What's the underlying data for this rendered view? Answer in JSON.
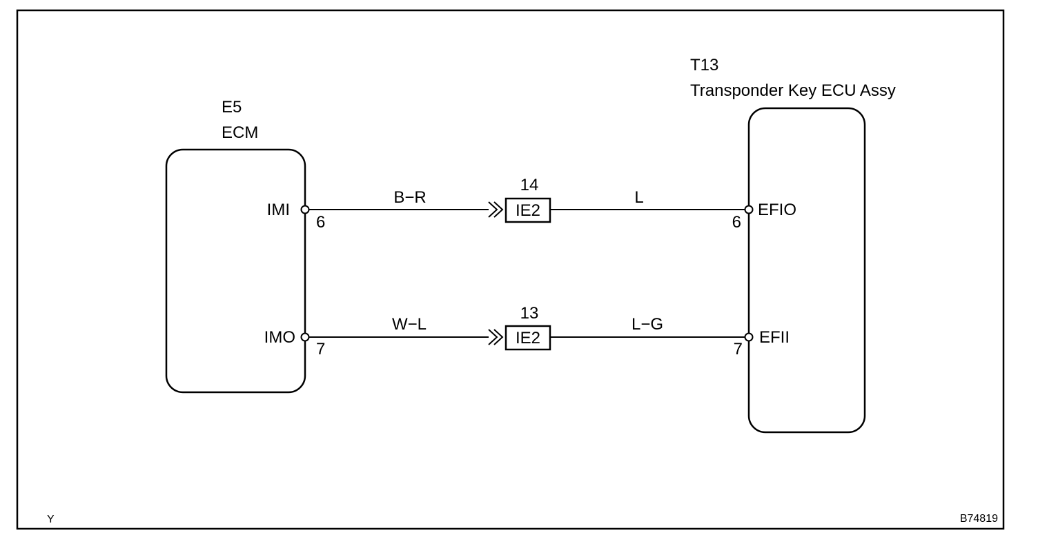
{
  "ecm": {
    "code": "E5",
    "name": "ECM",
    "pins": [
      {
        "name": "IMI",
        "number": "6"
      },
      {
        "name": "IMO",
        "number": "7"
      }
    ]
  },
  "transponder": {
    "code": "T13",
    "name": "Transponder Key ECU Assy",
    "pins": [
      {
        "name": "EFIO",
        "number": "6"
      },
      {
        "name": "EFII",
        "number": "7"
      }
    ]
  },
  "circuits": [
    {
      "wire_left": "B−R",
      "connector": "IE2",
      "connector_pin": "14",
      "wire_right": "L"
    },
    {
      "wire_left": "W−L",
      "connector": "IE2",
      "connector_pin": "13",
      "wire_right": "L−G"
    }
  ],
  "footer": {
    "left_mark": "Y",
    "figure_id": "B74819"
  }
}
